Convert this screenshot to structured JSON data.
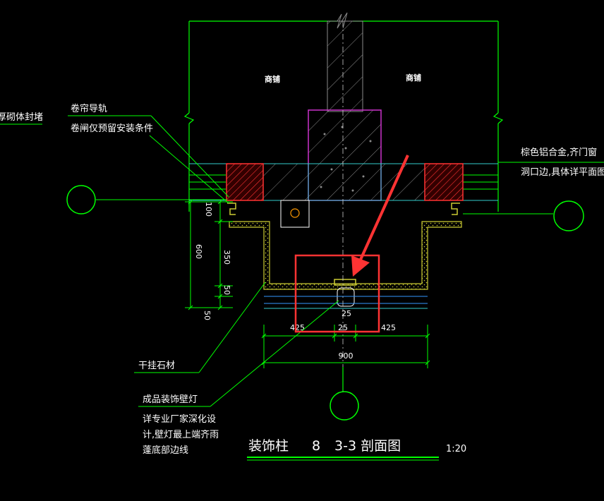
{
  "colors": {
    "background": "#000000",
    "annotation": "#ffffff",
    "grid_line": "#00ff00",
    "column_outline": "#cc33cc",
    "hatch": "#888888",
    "red_block": "#ff3333",
    "stone_cladding": "#cccc33",
    "highlight": "#ff3333",
    "ground_line": "#3399ff",
    "cyan_line": "#33cccc"
  },
  "labels": {
    "room_left": "商铺",
    "room_right": "商铺",
    "left_note_line1": "卷帘导轨",
    "left_note_line2": "卷闸仅预留安装条件",
    "left_cut_text": "厚砌体封堵",
    "right_note_line1": "棕色铝合金,齐门窗",
    "right_note_line2": "洞口边,具体详平面图",
    "dry_stone": "干挂石材",
    "lamp_title": "成品装饰壁灯",
    "lamp_note1": "详专业厂家深化设",
    "lamp_note2": "计,壁灯最上端齐雨",
    "lamp_note3": "蓬底部边线"
  },
  "title": {
    "name": "装饰柱",
    "number": "8",
    "section": "3-3 剖面图",
    "scale": "1:20"
  },
  "dimensions": {
    "v_100": "100",
    "v_600": "600",
    "v_350": "350",
    "v_50a": "50",
    "v_50b": "50",
    "h_25_top": "25",
    "h_425_left": "425",
    "h_25_mid": "25",
    "h_425_right": "425",
    "h_900": "900"
  }
}
